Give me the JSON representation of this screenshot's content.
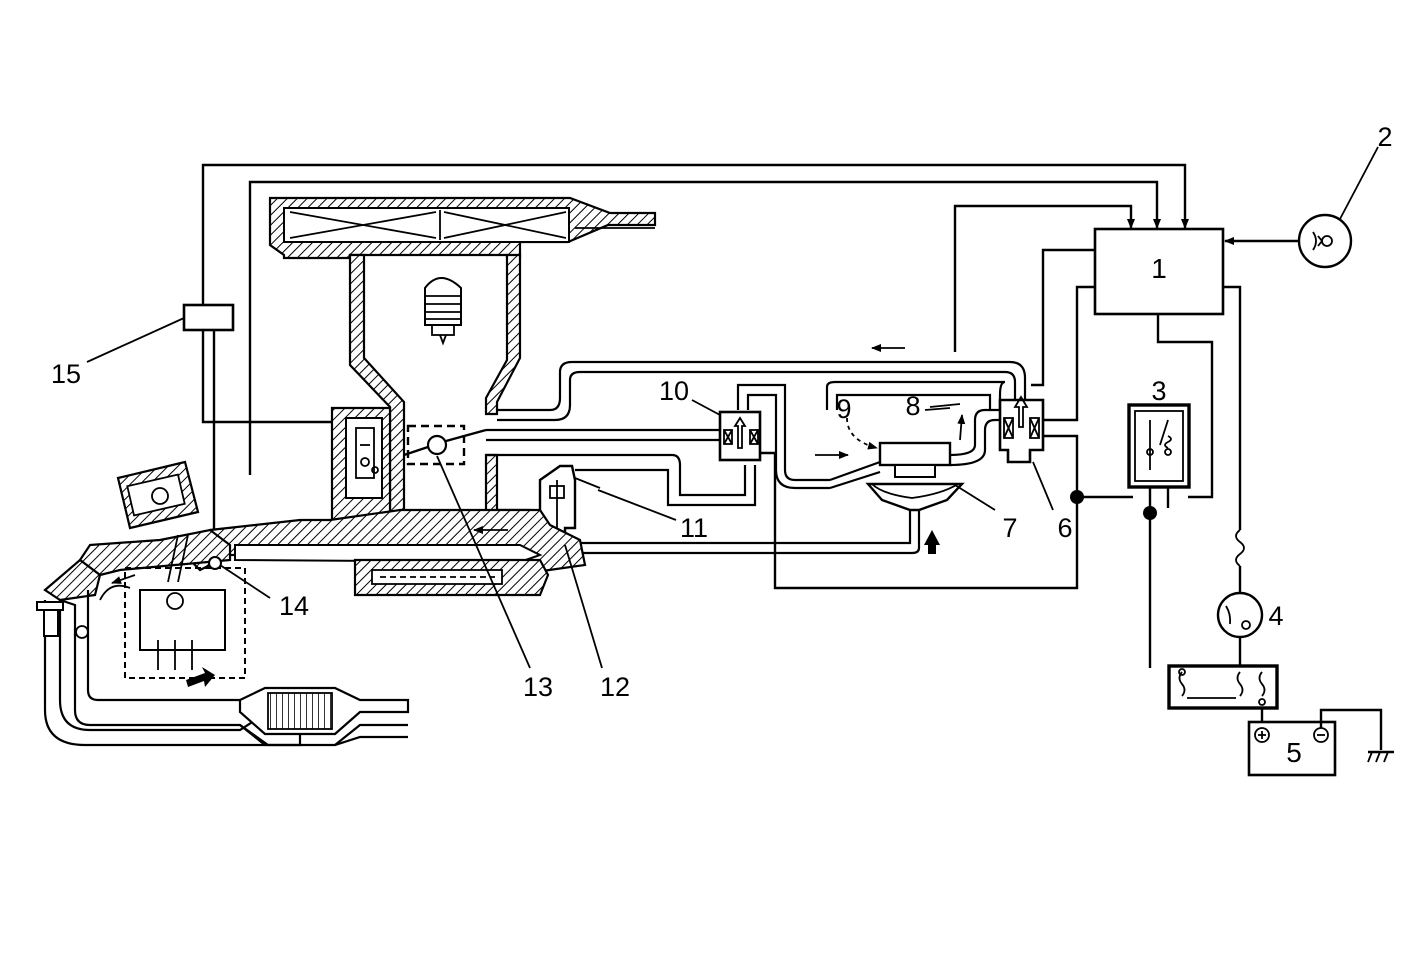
{
  "diagram": {
    "labels": {
      "l1": "1",
      "l2": "2",
      "l3": "3",
      "l4": "4",
      "l5": "5",
      "l6": "6",
      "l7": "7",
      "l8": "8",
      "l9": "9",
      "l10": "10",
      "l11": "11",
      "l12": "12",
      "l13": "13",
      "l14": "14",
      "l15": "15"
    },
    "icons": [
      "ecu-box",
      "sensor-gauge",
      "relay",
      "fuse",
      "warning-lamp",
      "fuse-block",
      "battery",
      "ground-symbol",
      "solenoid-valve",
      "vacuum-canister",
      "purge-valve",
      "injector",
      "throttle-sensor",
      "map-sensor",
      "exhaust-catalyst"
    ]
  }
}
